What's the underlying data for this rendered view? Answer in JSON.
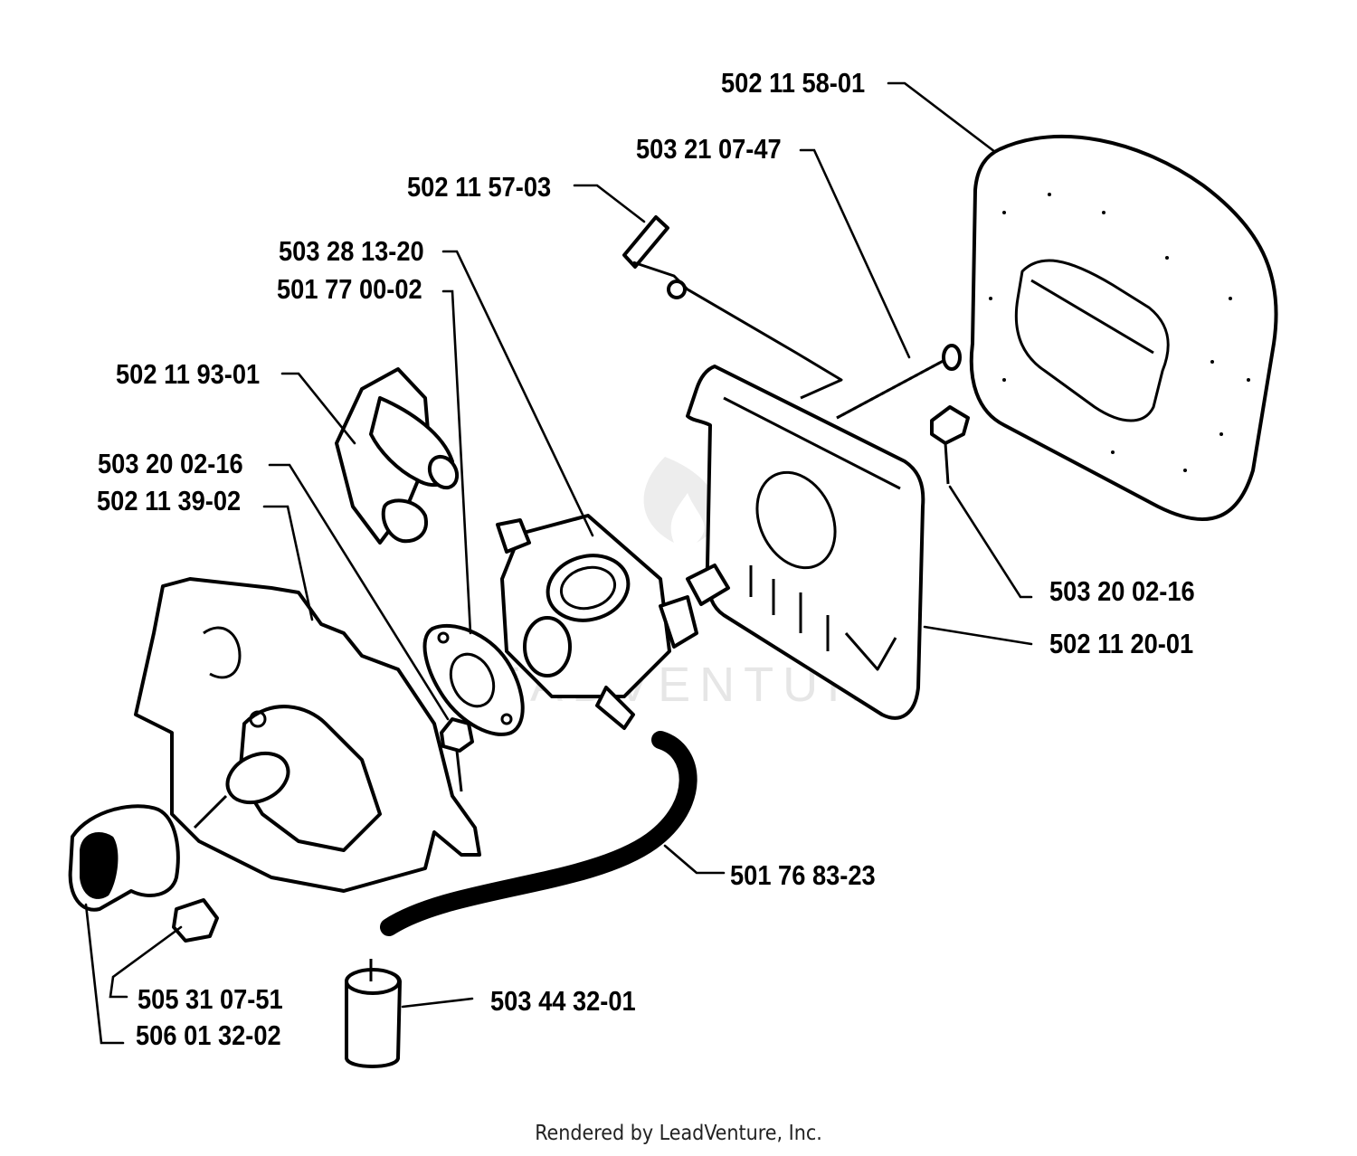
{
  "labels": {
    "l01": "502 11 58-01",
    "l02": "503 21 07-47",
    "l03": "502 11 57-03",
    "l04": "503 28 13-20",
    "l05": "501 77 00-02",
    "l06": "502 11 93-01",
    "l07": "503 20 02-16",
    "l08": "502 11 39-02",
    "l09": "503 20 02-16",
    "l10": "502 11 20-01",
    "l11": "501 76 83-23",
    "l12": "505 31 07-51",
    "l13": "506 01 32-02",
    "l14": "503 44 32-01"
  },
  "footer": "Rendered by LeadVenture, Inc.",
  "watermark": "LEADVENTURE"
}
